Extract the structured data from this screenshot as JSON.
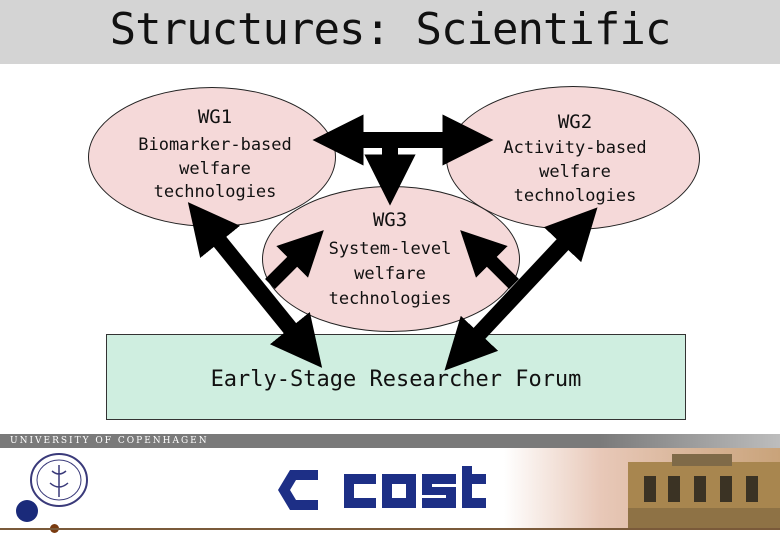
{
  "slide": {
    "title": "Structures: Scientific"
  },
  "wg1": {
    "label": "WG1",
    "desc": [
      "Biomarker-based",
      "welfare",
      "technologies"
    ]
  },
  "wg2": {
    "label": "WG2",
    "desc": [
      "Activity-based",
      "welfare",
      "technologies"
    ]
  },
  "wg3": {
    "label": "WG3",
    "desc": [
      "System-level",
      "welfare",
      "technologies"
    ]
  },
  "forum": {
    "label": "Early-Stage Researcher Forum"
  },
  "footer": {
    "university": "UNIVERSITY OF COPENHAGEN",
    "logo_text": "cost"
  },
  "colors": {
    "ellipse_fill": "#f5d9d9",
    "forum_fill": "#cfeee0",
    "cost_blue": "#1d2f86",
    "title_bar": "#d4d4d4"
  }
}
